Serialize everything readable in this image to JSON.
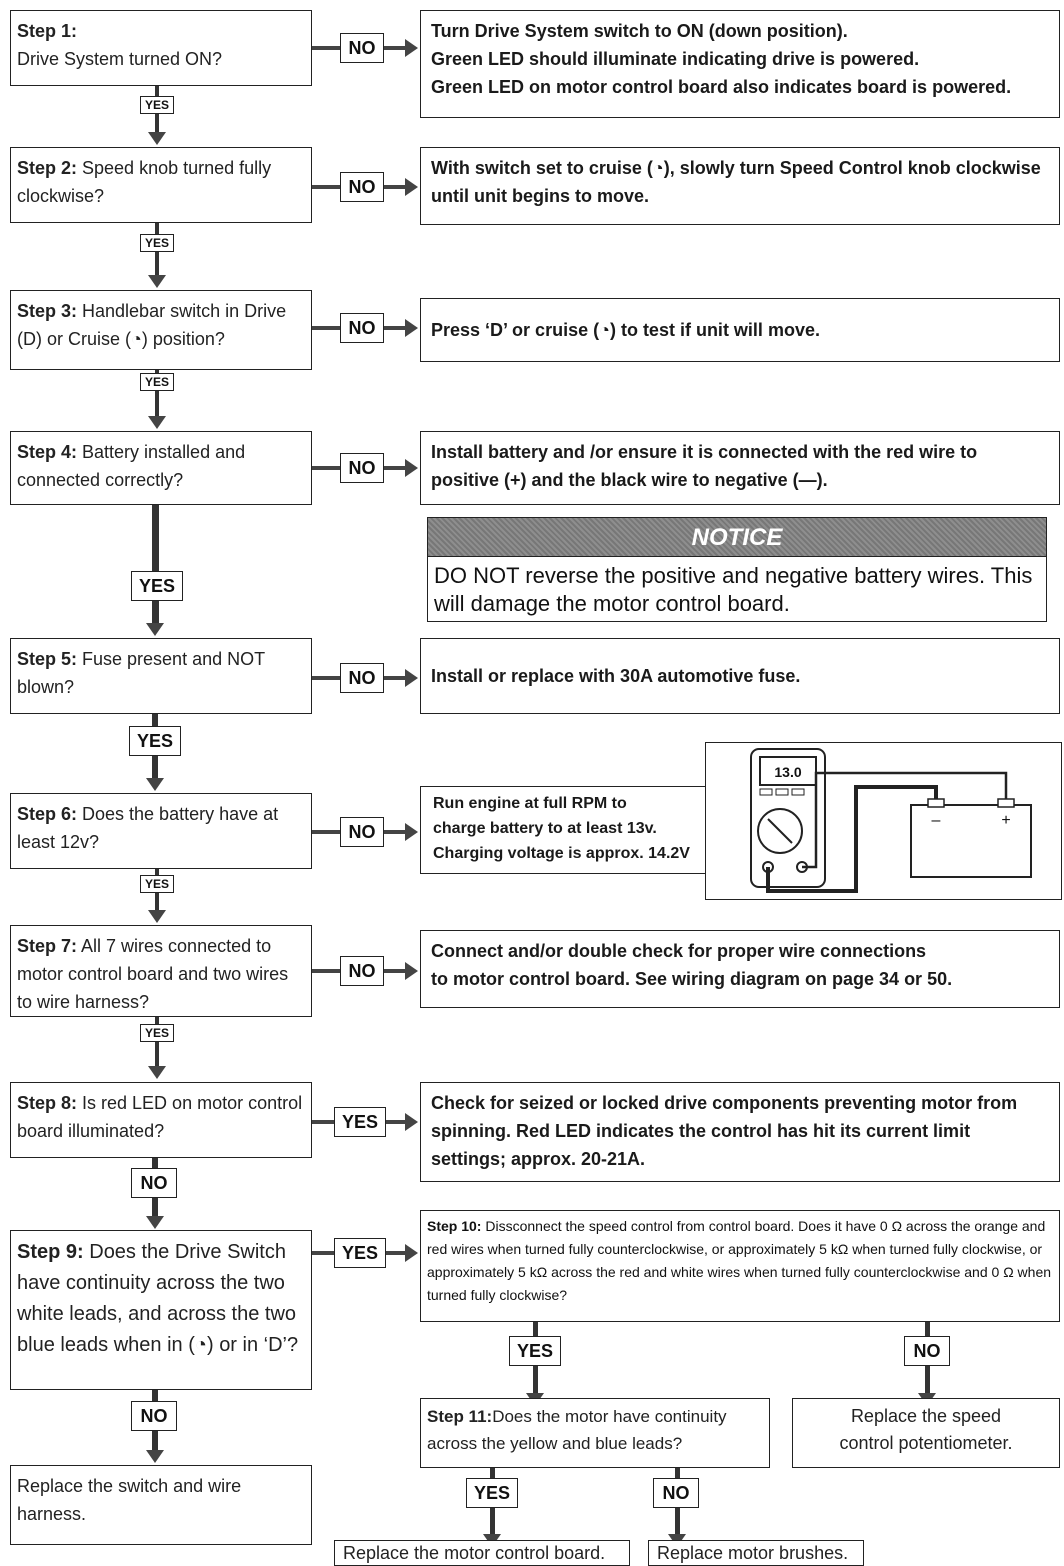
{
  "labels": {
    "yes": "YES",
    "no": "NO"
  },
  "steps": [
    {
      "id": "step1",
      "bold": "Step 1:",
      "text": "Drive System turned ON?"
    },
    {
      "id": "step2",
      "bold": "Step 2:",
      "text": " Speed knob turned fully clockwise?"
    },
    {
      "id": "step3",
      "bold": "Step 3:",
      "text": " Handlebar switch in Drive (D) or Cruise (◔) position?"
    },
    {
      "id": "step4",
      "bold": "Step 4:",
      "text": " Battery installed and connected correctly?"
    },
    {
      "id": "step5",
      "bold": "Step 5:",
      "text": " Fuse present and NOT blown?"
    },
    {
      "id": "step6",
      "bold": "Step 6:",
      "text": " Does the battery have at least 12v?"
    },
    {
      "id": "step7",
      "bold": "Step 7:",
      "text": " All 7 wires connected to motor control board and two wires to wire harness?"
    },
    {
      "id": "step8",
      "bold": "Step 8:",
      "text": " Is red LED on motor control board illuminated?"
    },
    {
      "id": "step9",
      "bold": "Step 9:",
      "text": " Does the Drive Switch have continuity across the two white leads, and across the two blue leads when in (◔) or in ‘D’?"
    }
  ],
  "actions": {
    "a1": [
      "Turn Drive System switch to ON (down position).",
      "Green LED should illuminate indicating drive is powered.",
      "Green LED on motor control board also indicates board is powered."
    ],
    "a2": "With switch set to cruise (◔), slowly turn Speed Control knob clockwise until unit begins to move.",
    "a3": "Press ‘D’ or cruise (◔) to test if unit will move.",
    "a4": "Install battery and /or ensure it is connected with the red wire to positive (+) and the black wire to negative (—).",
    "a5": "Install or replace with 30A automotive fuse.",
    "a6": [
      "Run engine at full RPM to",
      "charge battery to at least 13v.",
      "Charging voltage is approx. 14.2V"
    ],
    "a7": [
      "Connect and/or double check for proper wire connections",
      "to motor control board. See wiring diagram on page 34 or 50."
    ],
    "a8": "Check for seized or locked drive components preventing motor from spinning. Red LED indicates the control has hit its current limit settings; approx. 20-21A.",
    "a9": "Replace the switch and wire harness."
  },
  "notice": {
    "heading": "NOTICE",
    "body": "DO NOT reverse the positive and negative battery wires. This will damage the motor control board."
  },
  "step10": {
    "bold": "Step 10:",
    "text": " Dissconnect the speed control from control board. Does it have 0 Ω across the orange and red wires when turned fully counterclockwise, or approximately 5 kΩ when turned fully clockwise, or approximately 5 kΩ across the red and white wires when turned fully counterclockwise and 0 Ω when turned fully clockwise?"
  },
  "step11": {
    "bold": "Step 11:",
    "text": "Does the motor have continuity across the yellow and blue leads?"
  },
  "replace_pot": "Replace the speed control potentiometer.",
  "replace_board": "Replace the motor control board.",
  "replace_brushes": "Replace motor brushes.",
  "meter": {
    "reading": "13.0",
    "neg": "–",
    "pos": "+"
  }
}
